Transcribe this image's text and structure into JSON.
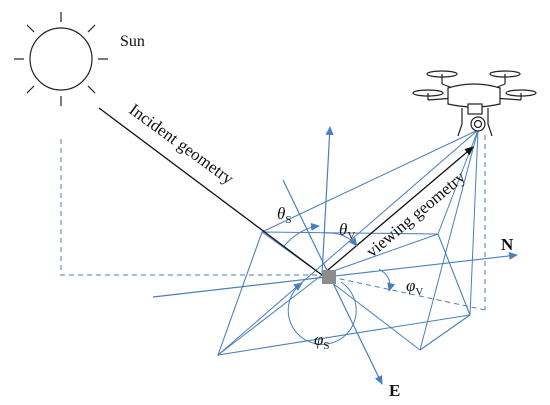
{
  "labels": {
    "sun": "Sun",
    "incident": "Incident geometry",
    "viewing": "viewing geometry",
    "north": "N",
    "east": "E",
    "theta": "θ",
    "phi": "φ",
    "sub_s": "S",
    "sub_v": "V"
  },
  "colors": {
    "blue": "#4a7fbf",
    "black": "#111111",
    "target": "#8c8c8c",
    "sun_stroke": "#222222"
  },
  "icons": {
    "sun": "sun-icon",
    "drone": "drone-icon"
  }
}
